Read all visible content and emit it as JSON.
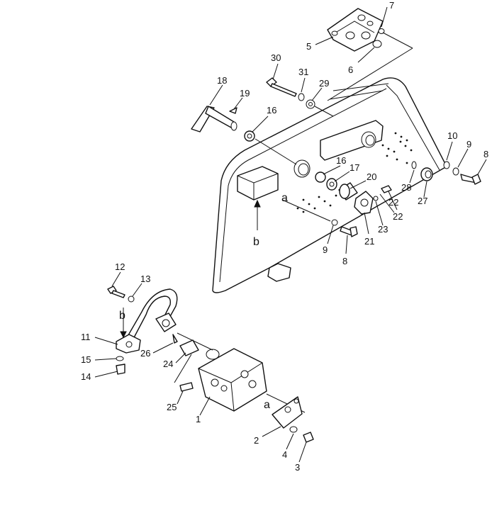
{
  "diagram": {
    "callouts": {
      "c1": "1",
      "c2": "2",
      "c3": "3",
      "c4": "4",
      "c5": "5",
      "c6": "6",
      "c7": "7",
      "c8a": "8",
      "c8b": "8",
      "c9a": "9",
      "c9b": "9",
      "c10": "10",
      "c11": "11",
      "c12": "12",
      "c13": "13",
      "c14": "14",
      "c15": "15",
      "c16a": "16",
      "c16b": "16",
      "c17": "17",
      "c18": "18",
      "c19": "19",
      "c20": "20",
      "c21": "21",
      "c22a": "22",
      "c22b": "22",
      "c23": "23",
      "c24": "24",
      "c25": "25",
      "c26": "26",
      "c27": "27",
      "c28": "28",
      "c29": "29",
      "c30": "30",
      "c31": "31"
    },
    "letters": {
      "a_upper": "a",
      "a_lower": "a",
      "b_upper": "b",
      "b_lower": "b"
    }
  }
}
